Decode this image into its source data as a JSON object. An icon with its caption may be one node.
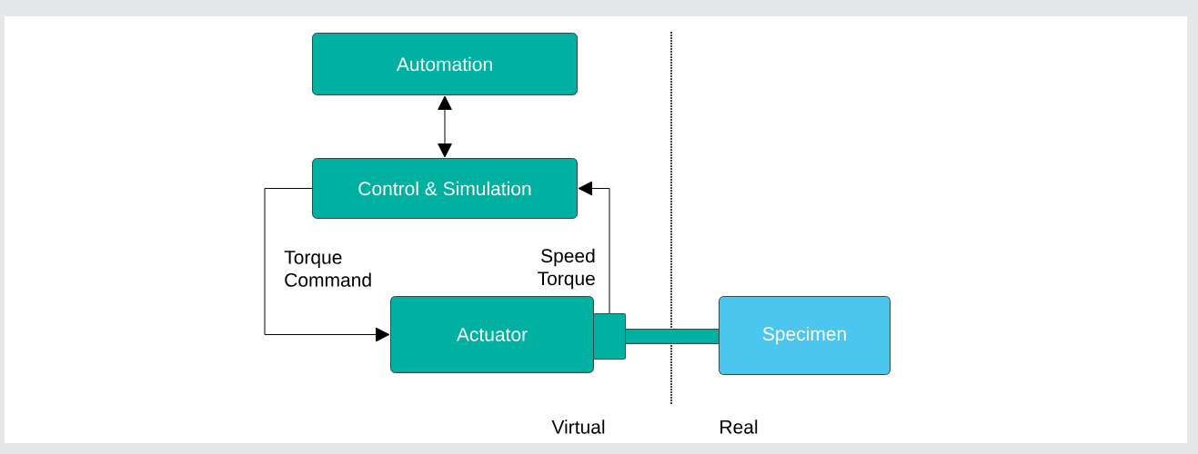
{
  "diagram": {
    "nodes": [
      {
        "text": [
          "Automation"
        ]
      },
      {
        "text": [
          "Control & Simulation"
        ]
      },
      {
        "text": [
          "Actuator"
        ]
      },
      {
        "text": [
          "Specimen"
        ]
      },
      {
        "text": [],
        "shape": "box"
      },
      {
        "text": [],
        "shape": "bar"
      }
    ],
    "edges": [
      {
        "from": 0,
        "to": 1,
        "arrow": "both"
      },
      {
        "from": 1,
        "to": 2,
        "arrow": "to",
        "label": "Torque Command"
      },
      {
        "from": 4,
        "to": 1,
        "arrow": "to",
        "label": "Speed Torque"
      }
    ],
    "labels": [
      "Virtual",
      "Real"
    ]
  }
}
